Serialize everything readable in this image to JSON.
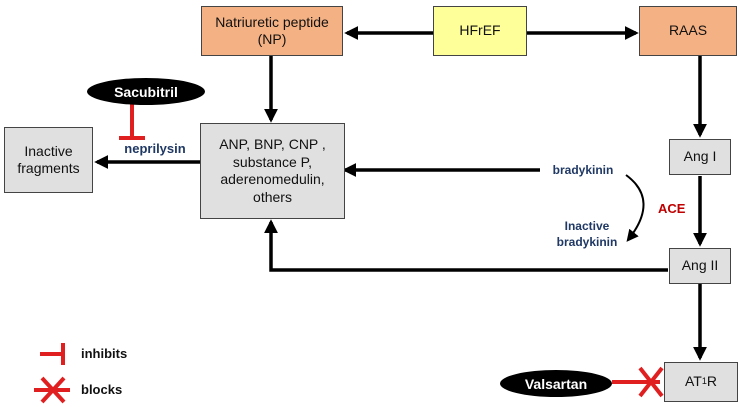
{
  "nodes": {
    "np": "Natriuretic peptide (NP)",
    "hfref": "HFrEF",
    "raas": "RAAS",
    "inactive_fragments": "Inactive fragments",
    "peptides": "ANP, BNP, CNP , substance P, aderenomedulin, others",
    "ang1": "Ang I",
    "ang2": "Ang II",
    "at1r_main": "AT",
    "at1r_sub": "1",
    "at1r_tail": "R"
  },
  "labels": {
    "sacubitril": "Sacubitril",
    "valsartan": "Valsartan",
    "neprilysin": "neprilysin",
    "bradykinin": "bradykinin",
    "inactive_bradykinin": "Inactive bradykinin",
    "ace": "ACE"
  },
  "legend": {
    "inhibits": "inhibits",
    "blocks": "blocks"
  },
  "colors": {
    "inhibit_red": "#e02020",
    "arrow_black": "#000000",
    "orange_box": "#f4b183",
    "yellow_box": "#ffff99",
    "grey_box": "#e0e0e0"
  }
}
